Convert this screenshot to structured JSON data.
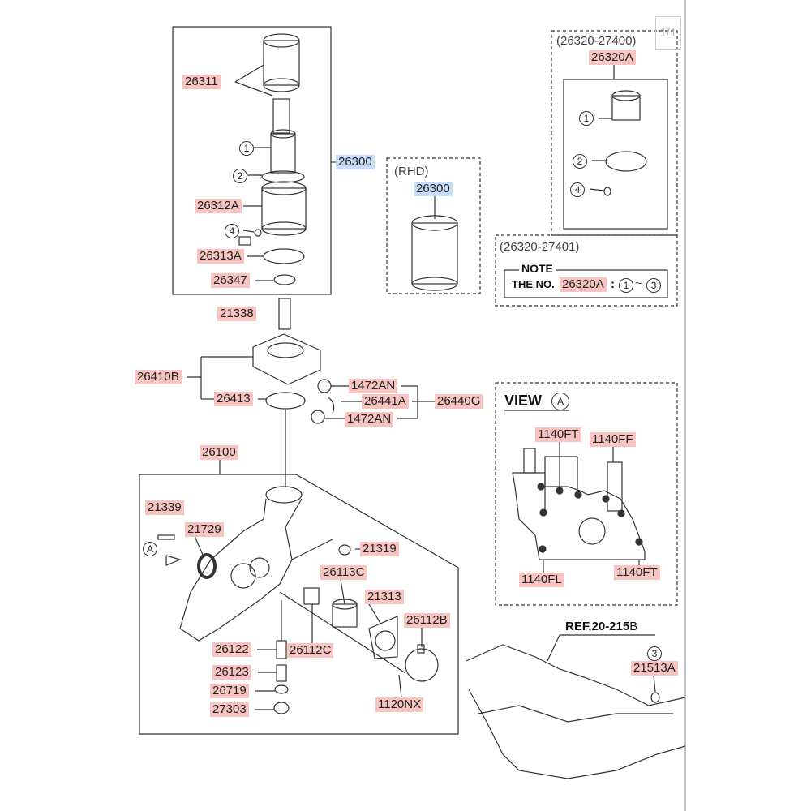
{
  "page_indicator": "1/1",
  "main_assembly": {
    "parts": [
      "26311",
      "26300",
      "26312A",
      "26313A",
      "26347",
      "21338",
      "26410B",
      "26413",
      "1472AN",
      "26441A",
      "26440G",
      "1472AN",
      "26100",
      "21339",
      "21729",
      "21319",
      "26113C",
      "21313",
      "26112B",
      "26122",
      "26112C",
      "26123",
      "26719",
      "27303",
      "1120NX"
    ],
    "callouts": [
      "1",
      "2",
      "4",
      "A"
    ]
  },
  "rhd": {
    "title": "(RHD)",
    "part": "26300"
  },
  "kit_27400": {
    "title": "(26320-27400)",
    "part": "26320A",
    "callouts": [
      "1",
      "2",
      "4"
    ]
  },
  "kit_27401": {
    "title": "(26320-27401)",
    "note_title": "NOTE",
    "note_prefix": "THE NO.",
    "note_part": "26320A",
    "note_sep": ":",
    "note_from": "1",
    "note_tilde": "~",
    "note_to": "3"
  },
  "view_a": {
    "title": "VIEW",
    "callout": "A",
    "parts": [
      "1140FT",
      "1140FF",
      "1140FL",
      "1140FT"
    ]
  },
  "reference": {
    "ref": "REF.20-215",
    "ref_suffix": "B",
    "callout": "3",
    "part": "21513A"
  },
  "colors": {
    "part_highlight": "#f8c4c0",
    "assembly_highlight": "#c7dcf6"
  }
}
